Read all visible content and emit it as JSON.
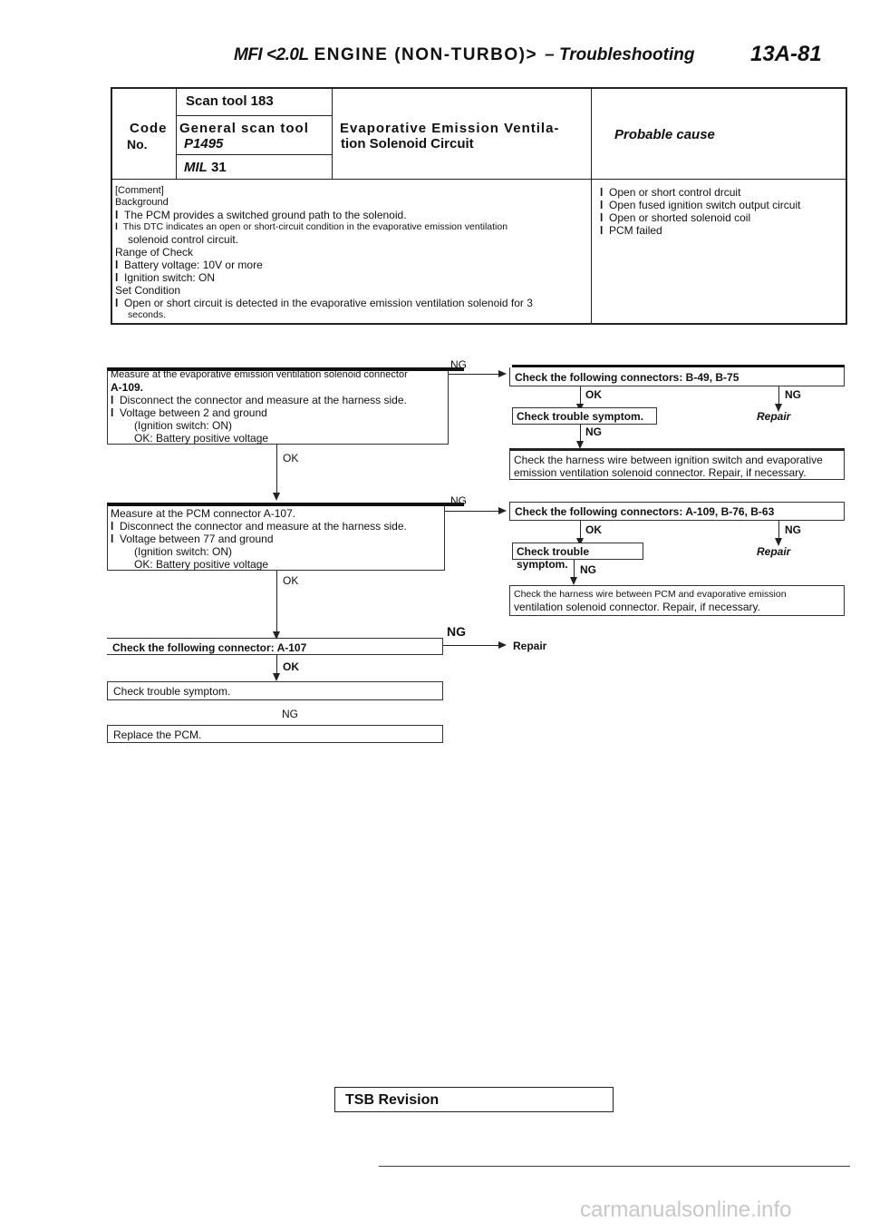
{
  "header": {
    "left_italic": "MFI <2.0L",
    "left_main": "ENGINE (NON-TURBO)>",
    "left_section": "– Troubleshooting",
    "page_number": "13A-81"
  },
  "table": {
    "code_label": "Code",
    "no_label": "No.",
    "scan_tool_183_label": "Scan tool 183",
    "general_scan_tool_label": "General scan tool",
    "general_scan_tool_code": "P1495",
    "mil_label": "MIL",
    "mil_code": "31",
    "title_line1": "Evaporative Emission Ventila-",
    "title_line2": "tion Solenoid Circuit",
    "probable_cause_label": "Probable cause",
    "comment_label": "[Comment]",
    "background_label": "Background",
    "bg_item1": "The PCM provides a switched ground path to the solenoid.",
    "bg_item2": "This DTC indicates an open or short-circuit condition in the evaporative emission ventilation",
    "bg_item2_cont": "solenoid control circuit.",
    "range_label": "Range of Check",
    "range_item1": "Battery voltage: 10V or more",
    "range_item2": "Ignition switch: ON",
    "set_condition_label": "Set Condition",
    "set_item1": "Open or short circuit is detected in the evaporative emission ventilation solenoid for 3",
    "set_item1_cont": "seconds.",
    "cause1": "Open or short control drcuit",
    "cause2": "Open fused ignition switch output circuit",
    "cause3": "Open or shorted solenoid coil",
    "cause4": "PCM failed",
    "bullet_char": "l"
  },
  "flow": {
    "ng": "NG",
    "ok": "OK",
    "step1_line1": "Measure at the evaporative emission ventilation solenoid connector",
    "step1_line2": "A-109.",
    "step1_item1": "Disconnect the connector and measure at the harness side.",
    "step1_item2": "Voltage between 2 and ground",
    "step1_item3": "(Ignition switch: ON)",
    "step1_item4": "OK: Battery positive voltage",
    "r1_check": "Check the following connectors: B-49, B-75",
    "r1_trouble": "Check trouble symptom.",
    "r1_repair": "Repair",
    "r1_harness_line1": "Check the harness wire between ignition switch and evaporative",
    "r1_harness_line2": "emission ventilation solenoid connector. Repair, if necessary.",
    "step2_line1": "Measure at the PCM connector A-107.",
    "step2_item1": "Disconnect the connector and measure at the harness side.",
    "step2_item2": "Voltage between 77 and ground",
    "step2_item3": "(Ignition switch: ON)",
    "step2_item4": "OK: Battery positive voltage",
    "r2_check": "Check the following connectors: A-109, B-76, B-63",
    "r2_trouble": "Check trouble symptom.",
    "r2_repair": "Repair",
    "r2_harness_line1": "Check the harness wire between PCM and evaporative emission",
    "r2_harness_line2": "ventilation solenoid connector. Repair, if necessary.",
    "step3": "Check the following connector: A-107",
    "step3_repair": "Repair",
    "step4": "Check trouble symptom.",
    "step5": "Replace the PCM."
  },
  "footer": {
    "tsb": "TSB Revision",
    "watermark": "carmanualsonline.info"
  }
}
